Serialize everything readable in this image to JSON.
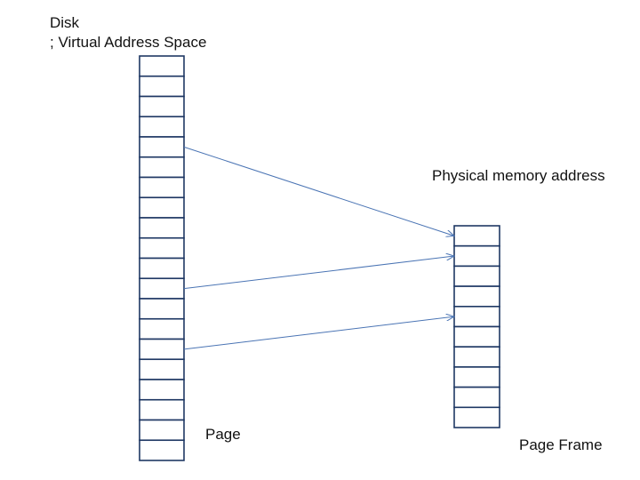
{
  "labels": {
    "disk_title": "Disk",
    "disk_subtitle": "; Virtual Address Space",
    "physical_title": "Physical memory address",
    "page_label": "Page",
    "page_frame_label": "Page Frame"
  },
  "colors": {
    "cell_border": "#1f3864",
    "arrow": "#4a74b4"
  },
  "virtual_space": {
    "cell_count": 20
  },
  "physical_memory": {
    "cell_count": 10
  },
  "mappings": [
    {
      "page": 4,
      "frame": 0
    },
    {
      "page": 11,
      "frame": 1
    },
    {
      "page": 14,
      "frame": 4
    }
  ]
}
